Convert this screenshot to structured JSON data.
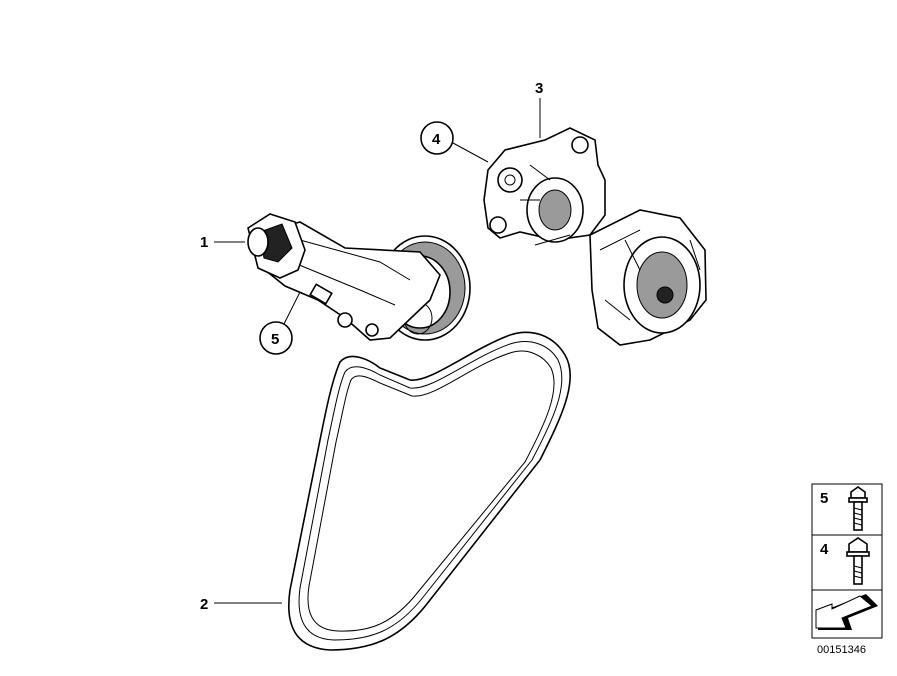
{
  "callouts": [
    {
      "id": "c1",
      "label": "1",
      "circled": false
    },
    {
      "id": "c2",
      "label": "2",
      "circled": false
    },
    {
      "id": "c3",
      "label": "3",
      "circled": false
    },
    {
      "id": "c4",
      "label": "4",
      "circled": true
    },
    {
      "id": "c5",
      "label": "5",
      "circled": true
    }
  ],
  "legend": {
    "rows": [
      {
        "label": "5",
        "part": "flange-bolt-short"
      },
      {
        "label": "4",
        "part": "flange-bolt"
      }
    ],
    "arrow_icon": "orientation-arrow-icon"
  },
  "diagram_number": "00151346"
}
